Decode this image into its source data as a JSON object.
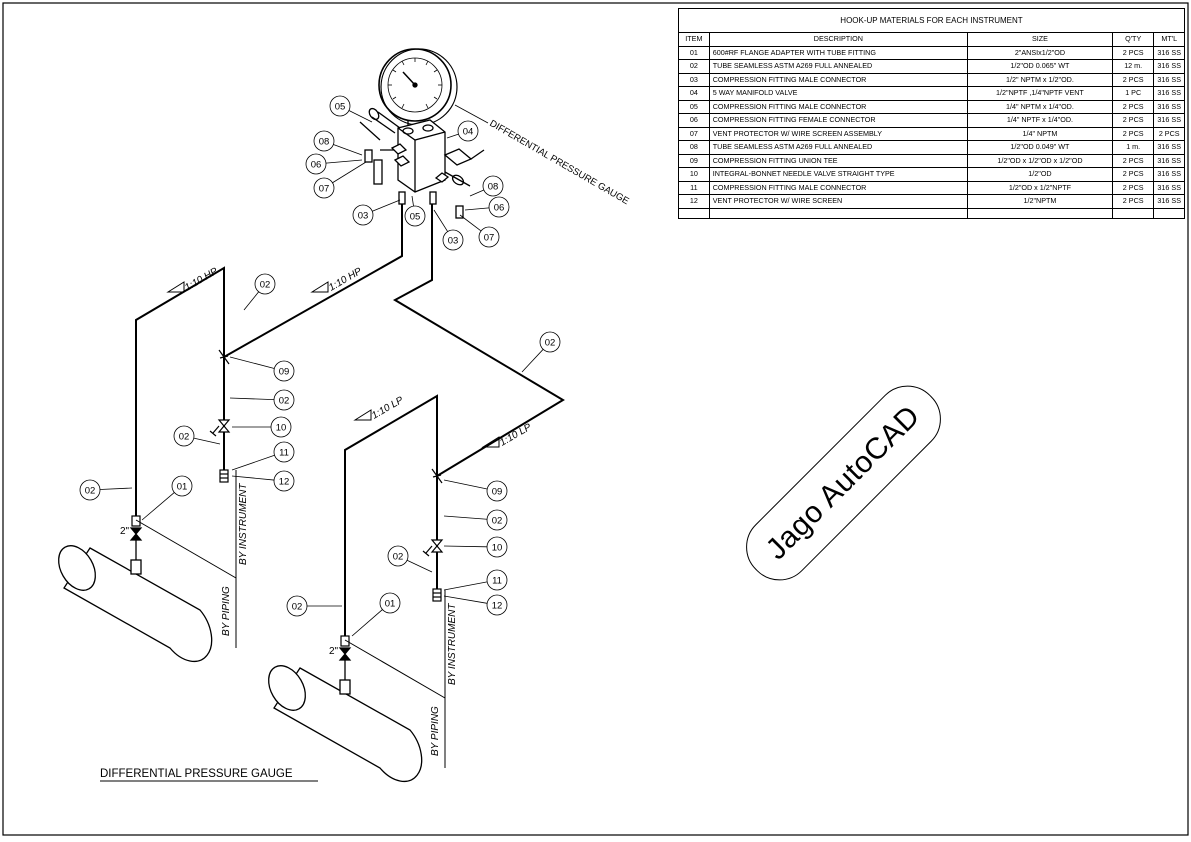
{
  "table": {
    "title": "HOOK-UP MATERIALS FOR EACH INSTRUMENT",
    "headers": {
      "item": "ITEM",
      "description": "DESCRIPTION",
      "size": "SIZE",
      "qty": "Q'TY",
      "material": "MT'L"
    },
    "rows": [
      {
        "item": "01",
        "description": "600#RF FLANGE ADAPTER WITH TUBE FITTING",
        "size": "2\"ANSIx1/2\"OD",
        "qty": "2 PCS",
        "material": "316 SS"
      },
      {
        "item": "02",
        "description": "TUBE SEAMLESS ASTM A269 FULL ANNEALED",
        "size": "1/2\"OD 0.065\" WT",
        "qty": "12 m.",
        "material": "316 SS"
      },
      {
        "item": "03",
        "description": "COMPRESSION FITTING MALE CONNECTOR",
        "size": "1/2\" NPTM x 1/2\"OD.",
        "qty": "2 PCS",
        "material": "316 SS"
      },
      {
        "item": "04",
        "description": "5 WAY MANIFOLD VALVE",
        "size": "1/2\"NPTF ,1/4\"NPTF VENT",
        "qty": "1 PC",
        "material": "316 SS"
      },
      {
        "item": "05",
        "description": "COMPRESSION FITTING MALE CONNECTOR",
        "size": "1/4\" NPTM x 1/4\"OD.",
        "qty": "2 PCS",
        "material": "316 SS"
      },
      {
        "item": "06",
        "description": "COMPRESSION FITTING FEMALE CONNECTOR",
        "size": "1/4\" NPTF x 1/4\"OD.",
        "qty": "2 PCS",
        "material": "316 SS"
      },
      {
        "item": "07",
        "description": "VENT PROTECTOR  W/ WIRE SCREEN ASSEMBLY",
        "size": "1/4\" NPTM",
        "qty": "2 PCS",
        "material": "2 PCS"
      },
      {
        "item": "08",
        "description": "TUBE SEAMLESS ASTM A269 FULL ANNEALED",
        "size": "1/2\"OD 0.049\" WT",
        "qty": "1 m.",
        "material": "316 SS"
      },
      {
        "item": "09",
        "description": "COMPRESSION FITTING UNION TEE",
        "size": "1/2\"OD x 1/2\"OD x 1/2\"OD",
        "qty": "2 PCS",
        "material": "316 SS"
      },
      {
        "item": "10",
        "description": "INTEGRAL-BONNET NEEDLE VALVE STRAIGHT TYPE",
        "size": "1/2\"OD",
        "qty": "2 PCS",
        "material": "316 SS"
      },
      {
        "item": "11",
        "description": "COMPRESSION FITTING MALE CONNECTOR",
        "size": "1/2\"OD x 1/2\"NPTF",
        "qty": "2 PCS",
        "material": "316 SS"
      },
      {
        "item": "12",
        "description": "VENT PROTECTOR  W/ WIRE SCREEN",
        "size": "1/2\"NPTM",
        "qty": "2 PCS",
        "material": "316 SS"
      }
    ]
  },
  "drawing": {
    "title": "DIFFERENTIAL PRESSURE GAUGE",
    "gauge_label": "DIFFERENTIAL PRESSURE GAUGE",
    "slope_hp": "1:10  HP",
    "slope_lp": "1:10  LP",
    "by_piping": "BY PIPING",
    "by_instrument": "BY INSTRUMENT",
    "size_2in": "2\"",
    "balloons": [
      "01",
      "02",
      "03",
      "04",
      "05",
      "06",
      "07",
      "08",
      "09",
      "10",
      "11",
      "12"
    ]
  },
  "watermark": "Jago AutoCAD"
}
